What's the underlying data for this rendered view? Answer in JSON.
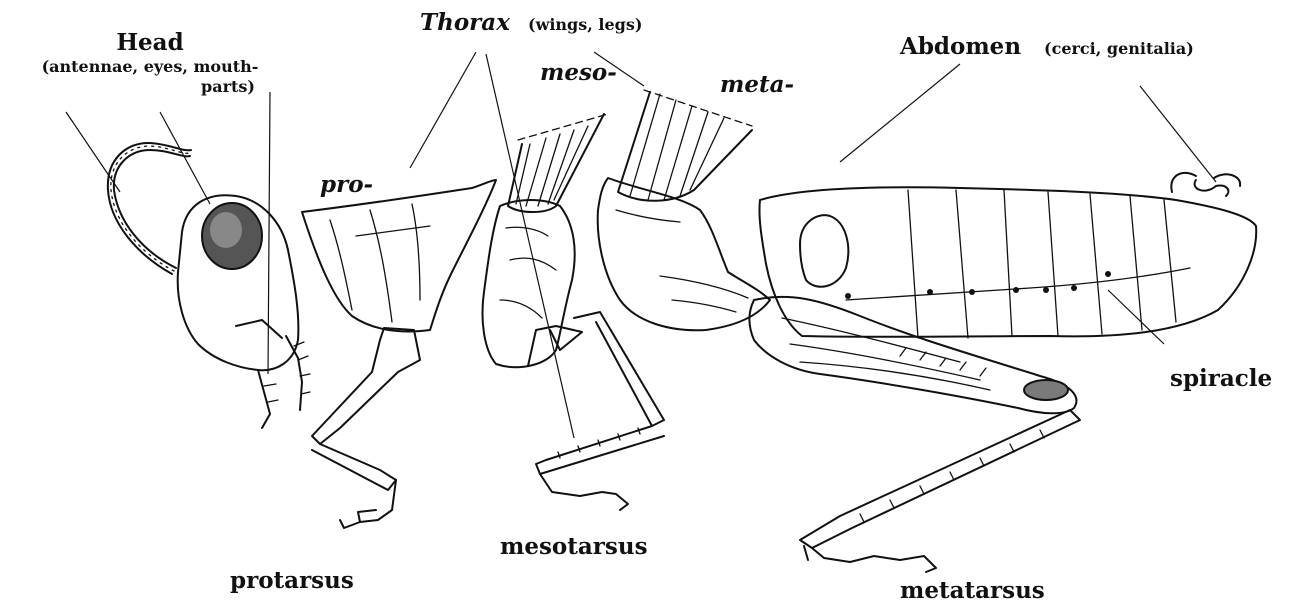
{
  "labels": {
    "head": "Head",
    "head_sub_1": "(antennae, eyes, mouth-",
    "head_sub_2": "parts)",
    "thorax": "Thorax",
    "thorax_sub": "(wings, legs)",
    "abdomen": "Abdomen",
    "abdomen_sub": "(cerci, genitalia)",
    "pro": "pro-",
    "meso": "meso-",
    "meta": "meta-",
    "spiracle": "spiracle",
    "protarsus": "protarsus",
    "mesotarsus": "mesotarsus",
    "metatarsus": "metatarsus"
  }
}
